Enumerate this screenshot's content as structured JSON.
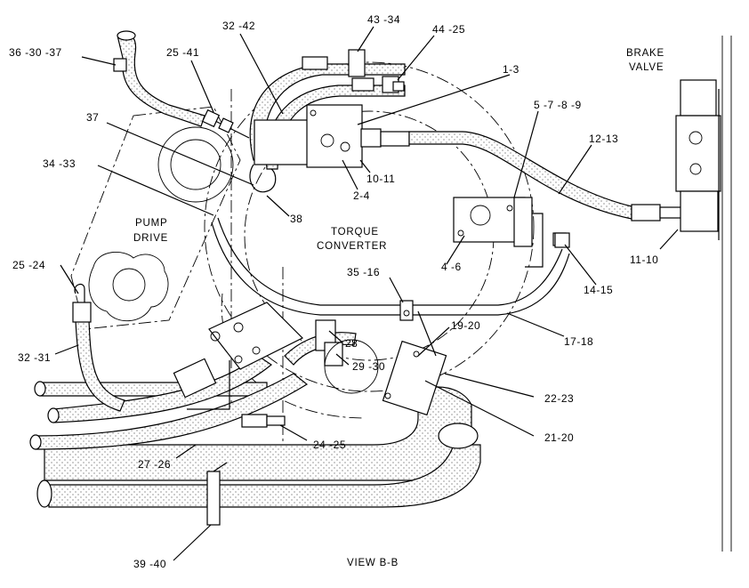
{
  "view_title": "VIEW B-B",
  "components": {
    "pump_drive": [
      "PUMP",
      "DRIVE"
    ],
    "torque_converter": [
      "TORQUE",
      "CONVERTER"
    ],
    "brake_valve": [
      "BRAKE",
      "VALVE"
    ]
  },
  "callouts": [
    "36 -30 -37",
    "25 -41",
    "32 -42",
    "43 -34",
    "44 -25",
    "1-3",
    "37",
    "34 -33",
    "5 -7 -8 -9",
    "12-13",
    "10-11",
    "2-4",
    "38",
    "11-10",
    "4 -6",
    "35 -16",
    "14-15",
    "25 -24",
    "17-18",
    "19-20",
    "28",
    "32 -31",
    "29 -30",
    "22-23",
    "21-20",
    "24 -25",
    "27 -26",
    "39 -40"
  ]
}
